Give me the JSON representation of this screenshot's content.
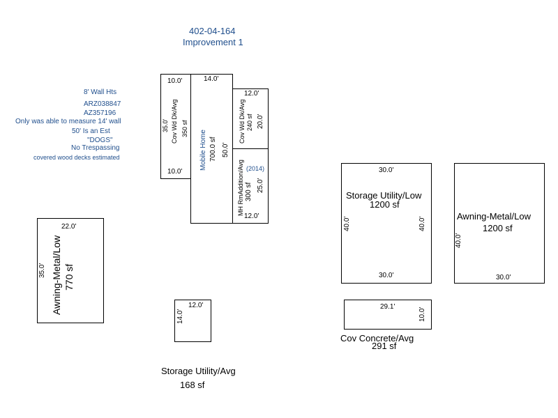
{
  "header": {
    "parcel": "402-04-164",
    "improvement": "Improvement 1"
  },
  "notes": [
    "8' Wall Hts",
    "ARZ038847",
    "AZ357196",
    "Only was able to measure 14' wall",
    "50' Is an Est",
    "\"DOGS\"",
    "No Trespassing",
    "covered wood decks estimated"
  ],
  "deck_left": {
    "top": "10.0'",
    "side": "35.0'",
    "name": "Cov Wd Dk/Avg",
    "area": "350 sf",
    "bottom": "10.0'"
  },
  "mobile_home": {
    "top": "14.0'",
    "name": "Mobile Home",
    "area": "700.0 sf",
    "side": "50.0'"
  },
  "deck_right": {
    "top": "12.0'",
    "name": "Cov Wd Dk/Avg",
    "area": "240 sf",
    "side": "20.0'"
  },
  "room_addition": {
    "name": "MH RmAddition/Avg",
    "area": "300 sf",
    "year": "(2014)",
    "side": "25.0'",
    "bottom": "12.0'"
  },
  "awning_left": {
    "top": "22.0'",
    "side": "35.0'",
    "name": "Awning-Metal/Low",
    "area": "770 sf"
  },
  "storage_small": {
    "top": "12.0'",
    "side": "14.0'",
    "name": "Storage Utility/Avg",
    "area": "168 sf"
  },
  "storage_large": {
    "top": "30.0'",
    "name": "Storage Utility/Low",
    "area": "1200 sf",
    "left": "40.0'",
    "right": "40.0'",
    "bottom": "30.0'"
  },
  "awning_right": {
    "name": "Awning-Metal/Low",
    "area": "1200 sf",
    "side": "40.0'",
    "bottom": "30.0'"
  },
  "cov_concrete": {
    "top": "29.1'",
    "side": "10.0'",
    "name": "Cov Concrete/Avg",
    "area": "291 sf"
  }
}
